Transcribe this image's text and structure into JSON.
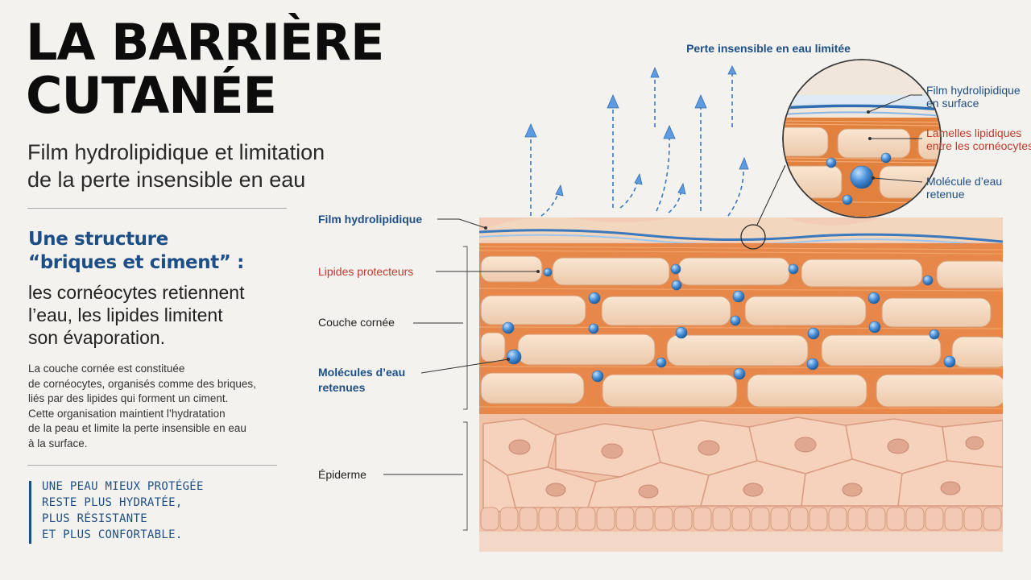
{
  "title_lines": [
    "LA BARRIÈRE",
    "CUTANÉE"
  ],
  "subtitle_lines": [
    "Film hydrolipidique et limitation",
    "de la perte insensible en eau"
  ],
  "lead": {
    "heading_lines": [
      "Une structure",
      "“briques et ciment” :"
    ],
    "body_lines": [
      "les cornéocytes retiennent",
      "l’eau, les lipides limitent",
      "son évaporation."
    ]
  },
  "body_lines": [
    "La couche cornée est constituée",
    "de cornéocytes, organisés comme des briques,",
    "liés par des lipides qui forment un ciment.",
    "Cette organisation maintient l’hydratation",
    "de la peau et limite la perte insensible en eau",
    "à la surface."
  ],
  "callout_lines": [
    "UNE PEAU MIEUX PROTÉGÉE",
    "RESTE PLUS HYDRATÉE,",
    "PLUS RÉSISTANTE",
    "ET PLUS CONFORTABLE."
  ],
  "diagram": {
    "top_label": "Perte insensible en eau limitée",
    "labels": {
      "film": "Film hydrolipidique",
      "lipides": "Lipides protecteurs",
      "couche": "Couche cornée",
      "molecules": [
        "Molécules d’eau",
        "retenues"
      ],
      "epiderme": "Épiderme"
    },
    "zoom_labels": {
      "film": [
        "Film hydrolipidique",
        "en surface"
      ],
      "lamelles": [
        "Lamelles lipidiques",
        "entre les cornéocytes"
      ],
      "molecule": [
        "Molécule d’eau",
        "retenue"
      ]
    },
    "colors": {
      "blue_label": "#1d4f86",
      "red_label": "#c0392b",
      "lipid": "#e07a3c",
      "cell": "#f3d9c0",
      "water": "#4a90d9",
      "skin": "#f1c4aa"
    }
  }
}
